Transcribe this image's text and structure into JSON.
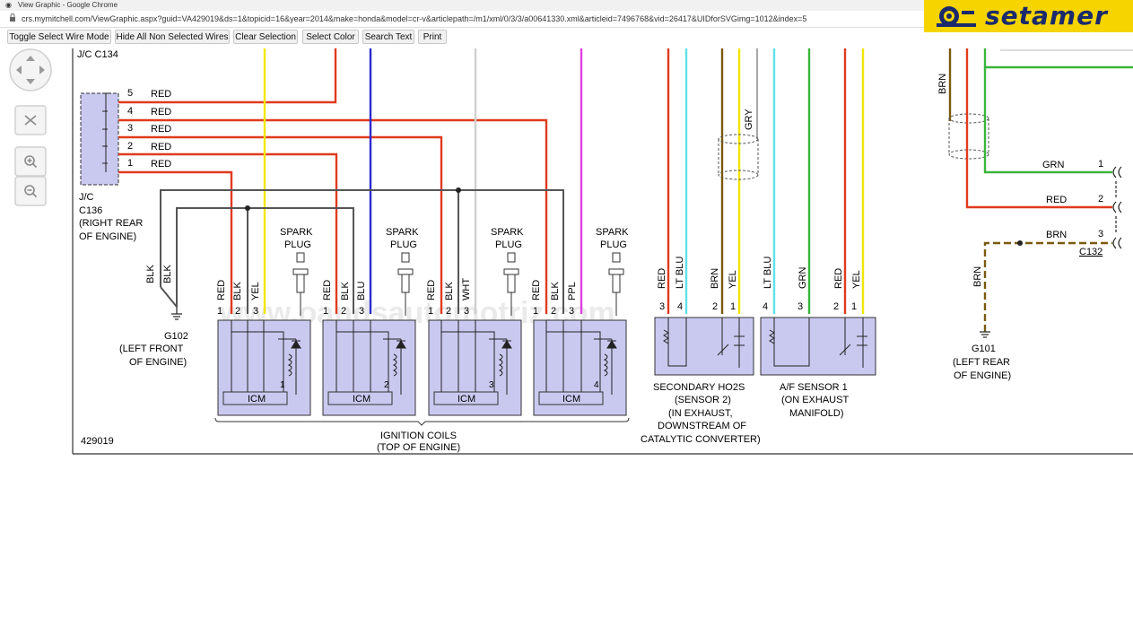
{
  "window": {
    "title": "View Graphic - Google Chrome"
  },
  "address": {
    "url": "crs.mymitchell.com/ViewGraphic.aspx?guid=VA429019&ds=1&topicid=16&year=2014&make=honda&model=cr-v&articlepath=/m1/xml/0/3/3/a00641330.xml&articleid=7496768&vid=26417&UIDforSVGimg=1012&index=5"
  },
  "brand": {
    "name": "setamer"
  },
  "watermark": "www.oandsautomotriz.com",
  "toolbar": {
    "buttons": [
      "Toggle Select Wire Mode",
      "Hide All Non Selected Wires",
      "Clear Selection",
      "Select Color",
      "Search Text",
      "Print"
    ]
  },
  "colors": {
    "red": "#e03a1e",
    "yellow": "#f2e600",
    "blue": "#2a2ad0",
    "white": "#cfcfcf",
    "pink": "#e040e0",
    "ltblu": "#5fe0e8",
    "brn": "#7a5a10",
    "grn": "#3ab53a",
    "gray": "#555555",
    "gry": "#a8a8a8",
    "connector": "#c9c9f0"
  },
  "diagram": {
    "jc_top": "J/C C134",
    "jc_pins": [
      {
        "num": "5",
        "color": "RED"
      },
      {
        "num": "4",
        "color": "RED"
      },
      {
        "num": "3",
        "color": "RED"
      },
      {
        "num": "2",
        "color": "RED"
      },
      {
        "num": "1",
        "color": "RED"
      }
    ],
    "jc_bottom": {
      "l1": "J/C",
      "l2": "C136",
      "l3": "(RIGHT REAR",
      "l4": "OF ENGINE)"
    },
    "ground_left": {
      "wire1": "BLK",
      "wire2": "BLK",
      "name": "G102",
      "loc1": "(LEFT FRONT",
      "loc2": "OF ENGINE)"
    },
    "spark_plug": {
      "l1": "SPARK",
      "l2": "PLUG"
    },
    "coils": [
      {
        "pins": [
          {
            "num": "1",
            "color": "RED"
          },
          {
            "num": "2",
            "color": "BLK"
          },
          {
            "num": "3",
            "color": "YEL"
          }
        ],
        "icm": "ICM",
        "num": "1"
      },
      {
        "pins": [
          {
            "num": "1",
            "color": "RED"
          },
          {
            "num": "2",
            "color": "BLK"
          },
          {
            "num": "3",
            "color": "BLU"
          }
        ],
        "icm": "ICM",
        "num": "2"
      },
      {
        "pins": [
          {
            "num": "1",
            "color": "RED"
          },
          {
            "num": "2",
            "color": "BLK"
          },
          {
            "num": "3",
            "color": "WHT"
          }
        ],
        "icm": "ICM",
        "num": "3"
      },
      {
        "pins": [
          {
            "num": "1",
            "color": "RED"
          },
          {
            "num": "2",
            "color": "BLK"
          },
          {
            "num": "3",
            "color": "PPL"
          }
        ],
        "icm": "ICM",
        "num": "4"
      }
    ],
    "coils_label": {
      "l1": "IGNITION COILS",
      "l2": "(TOP OF ENGINE)"
    },
    "ho2s": {
      "pins": [
        {
          "num": "3",
          "color": "RED"
        },
        {
          "num": "4",
          "color": "LT BLU"
        },
        {
          "num": "2",
          "color": "BRN"
        },
        {
          "num": "1",
          "color": "YEL"
        }
      ],
      "gry": "GRY",
      "label": [
        "SECONDARY HO2S",
        "(SENSOR 2)",
        "(IN EXHAUST,",
        "DOWNSTREAM OF",
        "CATALYTIC CONVERTER)"
      ]
    },
    "af": {
      "pins": [
        {
          "num": "4",
          "color": "LT BLU"
        },
        {
          "num": "3",
          "color": "GRN"
        },
        {
          "num": "2",
          "color": "RED"
        },
        {
          "num": "1",
          "color": "YEL"
        }
      ],
      "label": [
        "A/F SENSOR 1",
        "(ON EXHAUST",
        "MANIFOLD)"
      ]
    },
    "right": {
      "brn_top": "BRN",
      "c132_pins": [
        {
          "color": "GRN",
          "num": "1"
        },
        {
          "color": "RED",
          "num": "2"
        },
        {
          "color": "BRN",
          "num": "3"
        }
      ],
      "c132": "C132",
      "ground": {
        "wire": "BRN",
        "name": "G101",
        "loc1": "(LEFT REAR",
        "loc2": "OF ENGINE)"
      }
    },
    "fig_id": "429019"
  }
}
